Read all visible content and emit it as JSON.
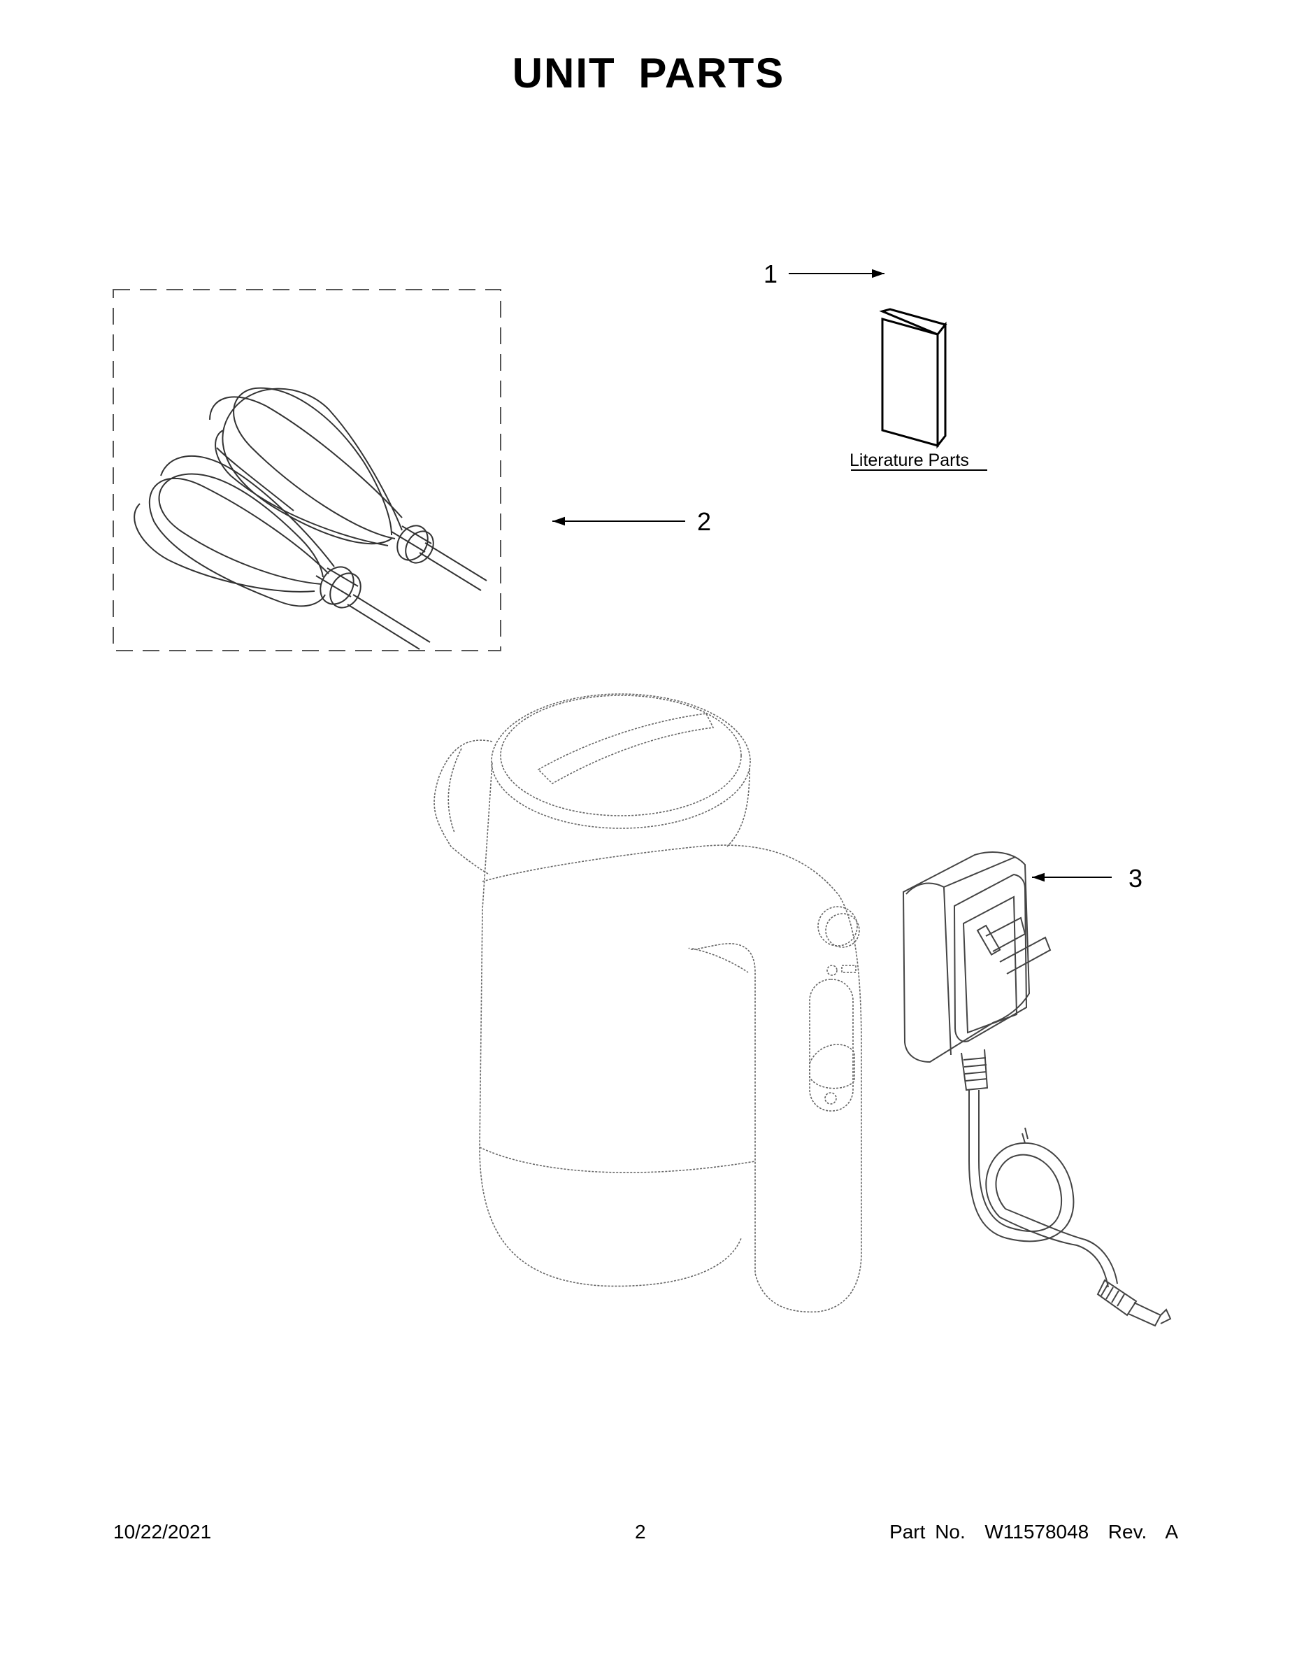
{
  "title": "UNIT PARTS",
  "callouts": [
    {
      "number": "1",
      "label": "Literature Parts"
    },
    {
      "number": "2"
    },
    {
      "number": "3"
    }
  ],
  "footer": {
    "date": "10/22/2021",
    "page": "2",
    "part": "Part No.  W11578048  Rev.  A"
  }
}
